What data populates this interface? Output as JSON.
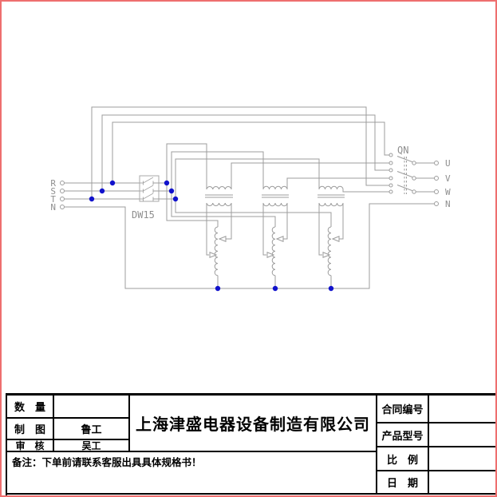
{
  "page": {
    "background": "#ffffff",
    "border_color": "#ee6f6f"
  },
  "diagram": {
    "line_color": "#9c9c9c",
    "junction_color": "#1112cc",
    "input_terminals": [
      "R",
      "S",
      "T",
      "N"
    ],
    "output_terminals": [
      "U",
      "V",
      "W",
      "N"
    ],
    "breaker_label": "DW15",
    "changeover_label": "QN"
  },
  "title_block": {
    "left_rows": [
      {
        "label": "数　量",
        "value": ""
      },
      {
        "label": "制　图",
        "value": "鲁工"
      },
      {
        "label": "审　核",
        "value": "吴工"
      }
    ],
    "company": "上海津盛电器设备制造有限公司",
    "right_rows": [
      {
        "label": "合同编号",
        "value": ""
      },
      {
        "label": "产品型号",
        "value": ""
      },
      {
        "label": "比　例",
        "value": ""
      },
      {
        "label": "日　期",
        "value": ""
      }
    ],
    "note": "备注：下单前请联系客服出具具体规格书！"
  }
}
